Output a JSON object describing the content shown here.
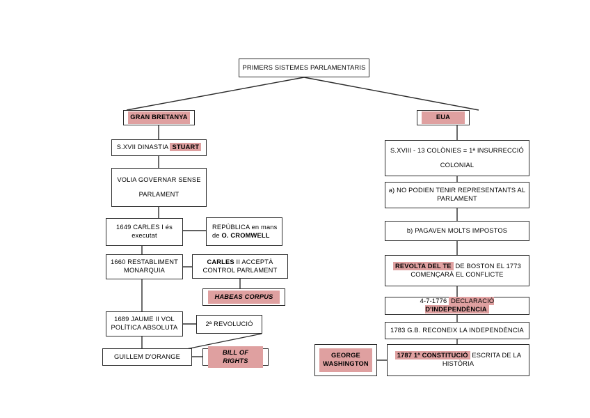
{
  "diagram": {
    "title": "PRIMERS SISTEMES PARLAMENTARIS",
    "highlight_color": "#dfa0a0",
    "border_color": "#2b2b2b",
    "background": "#ffffff",
    "root": {
      "label": "PRIMERS SISTEMES PARLAMENTARIS"
    },
    "branches": [
      {
        "id": "gran-bretanya",
        "label": "GRAN BRETANYA"
      },
      {
        "id": "eua",
        "label": "EUA"
      }
    ],
    "left_column": {
      "dinastia": {
        "pre": "S.XVII DINASTIA ",
        "highlight": "STUART"
      },
      "volia": {
        "line1": "VOLIA GOVERNAR SENSE",
        "line2": "PARLAMENT"
      },
      "carles1": {
        "line1": "1649 CARLES I és",
        "line2": "executat"
      },
      "republica": {
        "line1": "REPÚBLICA en mans",
        "line2_pre": "de ",
        "line2_bold": "O. CROMWELL"
      },
      "restabliment": {
        "line1": "1660 RESTABLIMENT",
        "line2": "MONARQUIA"
      },
      "carles2": {
        "line1_bold": "CARLES",
        "line1_rest": " II ACCEPTÀ",
        "line2": "CONTROL PARLAMENT"
      },
      "habeas": {
        "label": "HABEAS CORPUS"
      },
      "jaume2": {
        "line1": "1689 JAUME II VOL",
        "line2": "POLÍTICA ABSOLUTA"
      },
      "revolucio": {
        "label": "2ª REVOLUCIÓ"
      },
      "guillem": {
        "label": "GUILLEM D'ORANGE"
      },
      "bill": {
        "label": "BILL OF RIGHTS"
      }
    },
    "right_column": {
      "colonies": {
        "line1": "S.XVIII - 13 COLÒNIES = 1ª INSURRECCIÓ",
        "line2": "COLONIAL"
      },
      "punt_a": {
        "line1": "a) NO PODIEN TENIR REPRESENTANTS AL",
        "line2": "PARLAMENT"
      },
      "punt_b": {
        "label": "b) PAGAVEN MOLTS IMPOSTOS"
      },
      "revolta": {
        "line1_hl": "REVOLTA DEL TE",
        "line1_rest": " DE BOSTON EL 1773",
        "line2": "COMENÇARÀ EL CONFLICTE"
      },
      "declaracio": {
        "pre": "4-7-1776 ",
        "hl_normal": "DECLARACIÓ ",
        "hl_bold": "D'INDEPENDÈNCIA"
      },
      "reconeix": {
        "label": "1783 G.B. RECONEIX LA INDEPENDÈNCIA"
      },
      "washington": {
        "line1": "GEORGE",
        "line2": "WASHINGTON"
      },
      "constitucio": {
        "hl": "1787 1ª CONSTITUCIÓ",
        "rest": " ESCRITA DE LA",
        "line2": "HISTÒRIA"
      }
    }
  }
}
